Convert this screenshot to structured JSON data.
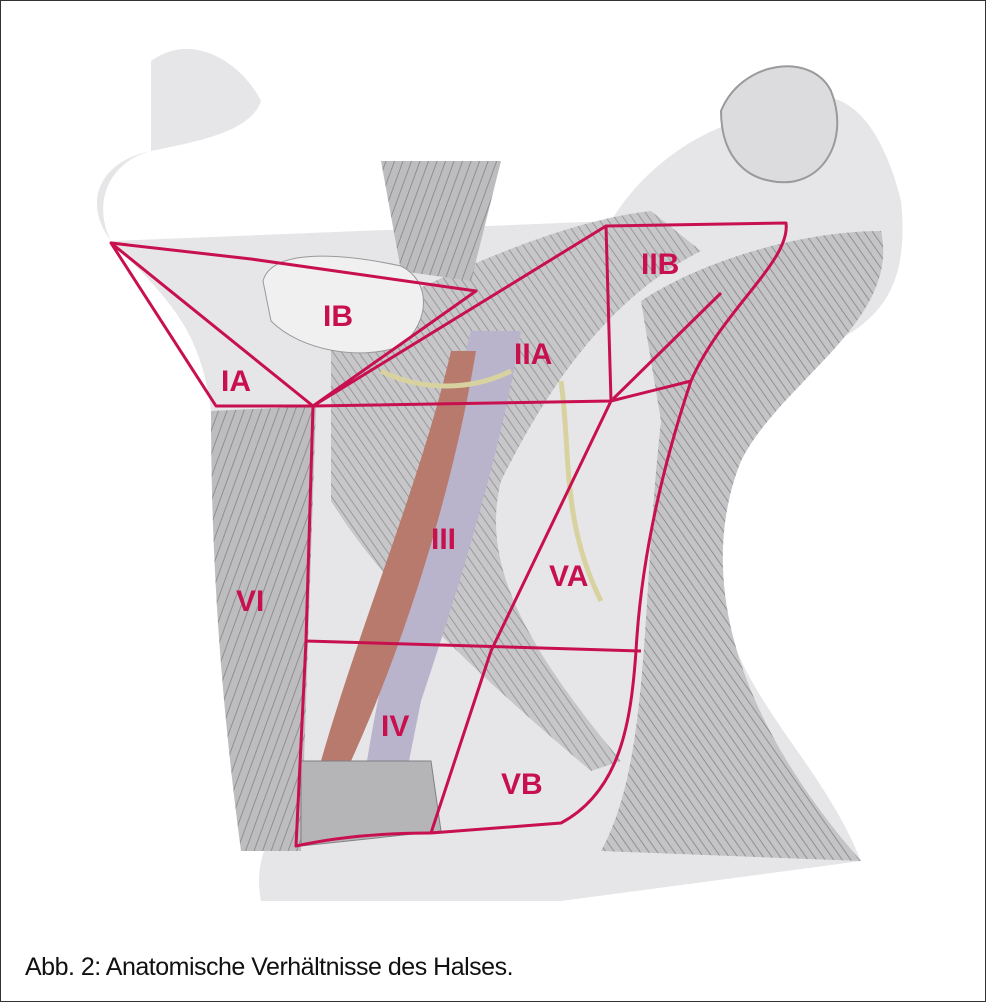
{
  "figure": {
    "caption": "Abb. 2: Anatomische Verhältnisse des Halses.",
    "region_color": "#c8104f",
    "regions": [
      "IA",
      "IB",
      "IIA",
      "IIB",
      "III",
      "IV",
      "VA",
      "VB",
      "VI"
    ]
  }
}
